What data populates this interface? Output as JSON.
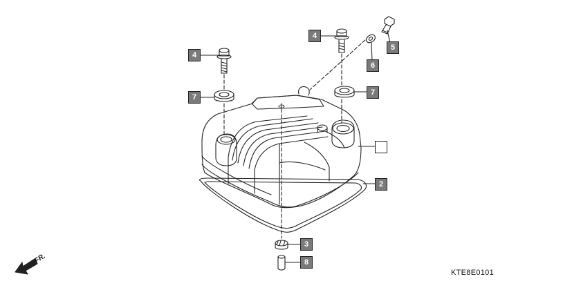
{
  "callouts": {
    "c4_left": "4",
    "c4_right": "4",
    "c5": "5",
    "c6": "6",
    "c7_left": "7",
    "c7_right": "7",
    "c1": "",
    "c2": "2",
    "c3": "3",
    "c8": "8"
  },
  "direction_label": "FR.",
  "diagram_code": "KTE8E0101",
  "colors": {
    "callout_fill": "#7a7a7a",
    "line": "#222222",
    "background": "#ffffff"
  }
}
